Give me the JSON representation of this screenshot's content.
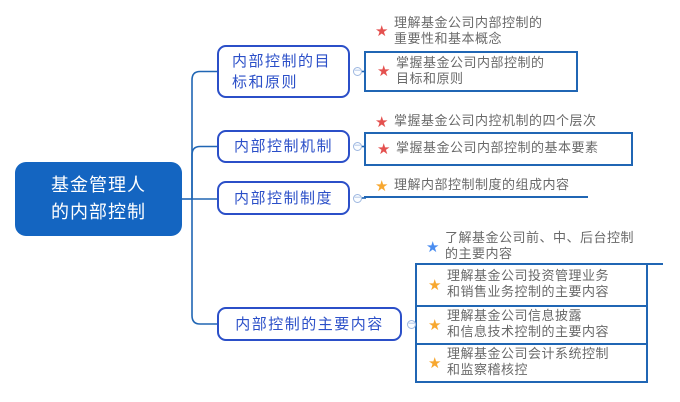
{
  "colors": {
    "root_fill": "#1465c1",
    "root_text": "#ffffff",
    "topic_blue": "#2b4fc8",
    "line_blue": "#2066b4",
    "leaf_text": "#696969",
    "star_red": "#e4514f",
    "star_yellow": "#f7a72f",
    "star_blue": "#4a8df0",
    "collapse_border": "#9db7e0"
  },
  "icons": {
    "star": "★",
    "collapse": "−"
  },
  "root": {
    "label": "基金管理人\n的内部控制"
  },
  "branches": [
    {
      "label": "内部控制的目\n标和原则",
      "leaves": [
        {
          "star_color": "red",
          "style": "underline",
          "text": "理解基金公司内部控制的\n重要性和基本概念"
        },
        {
          "star_color": "red",
          "style": "box",
          "text": "掌握基金公司内部控制的\n目标和原则"
        }
      ]
    },
    {
      "label": "内部控制机制",
      "leaves": [
        {
          "star_color": "red",
          "style": "underline",
          "text": "掌握基金公司内控机制的四个层次"
        },
        {
          "star_color": "red",
          "style": "box",
          "text": "掌握基金公司内部控制的基本要素"
        }
      ]
    },
    {
      "label": "内部控制制度",
      "leaves": [
        {
          "star_color": "yellow",
          "style": "underline",
          "text": "理解内部控制制度的组成内容"
        }
      ]
    },
    {
      "label": "内部控制的主要内容",
      "leaves": [
        {
          "star_color": "blue",
          "style": "underline",
          "text": "了解基金公司前、中、后台控制\n的主要内容"
        },
        {
          "star_color": "yellow",
          "style": "box",
          "text": "理解基金公司投资管理业务\n和销售业务控制的主要内容"
        },
        {
          "star_color": "yellow",
          "style": "box",
          "text": "理解基金公司信息披露\n和信息技术控制的主要内容"
        },
        {
          "star_color": "yellow",
          "style": "box",
          "text": "理解基金公司会计系统控制\n和监察稽核控"
        }
      ]
    }
  ]
}
